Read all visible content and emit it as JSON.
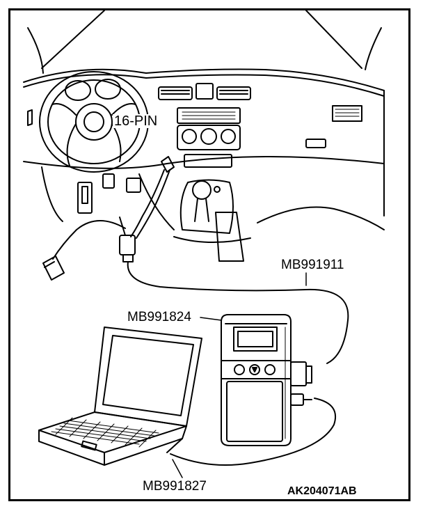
{
  "labels": {
    "connector": "16-PIN",
    "cable_top": "MB991911",
    "device": "MB991824",
    "cable_bottom": "MB991827",
    "figure_code": "AK204071AB"
  }
}
